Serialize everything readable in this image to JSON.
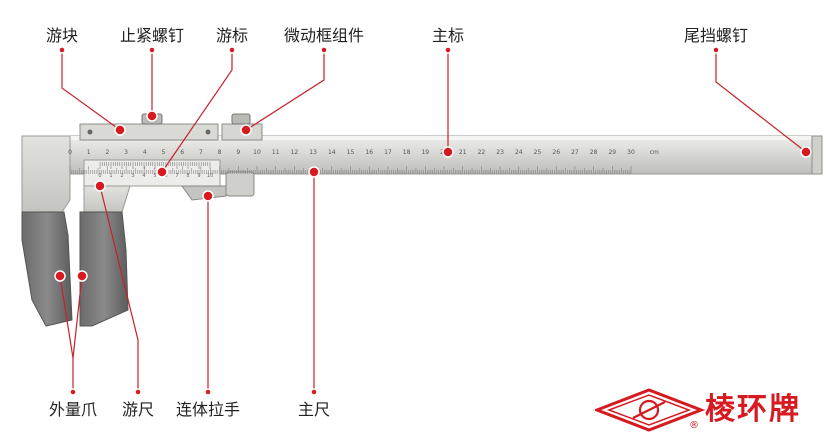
{
  "labels": {
    "youkuai": "游块",
    "zhijin": "止紧螺钉",
    "youbiao": "游标",
    "weidong": "微动框组件",
    "zhubiao": "主标",
    "weidang": "尾挡螺钉",
    "waiiangzhua": "外量爪",
    "youchi": "游尺",
    "liantilashou": "连体拉手",
    "zhuchi": "主尺"
  },
  "scale": {
    "main_ticks": [
      "0",
      "1",
      "2",
      "3",
      "4",
      "5",
      "6",
      "7",
      "8",
      "9",
      "10",
      "11",
      "12",
      "13",
      "14",
      "15",
      "16",
      "17",
      "18",
      "19",
      "20",
      "21",
      "22",
      "23",
      "24",
      "25",
      "26",
      "27",
      "28",
      "29",
      "30"
    ],
    "unit": "cm",
    "vernier_ticks": [
      "0",
      "1",
      "2",
      "3",
      "4",
      "5",
      "6",
      "7",
      "8",
      "9",
      "10"
    ]
  },
  "brand": {
    "name": "棱环牌",
    "registered": "®"
  },
  "colors": {
    "accent": "#d71920",
    "leader": "#c8202a",
    "steel": "#d9d9d6"
  }
}
